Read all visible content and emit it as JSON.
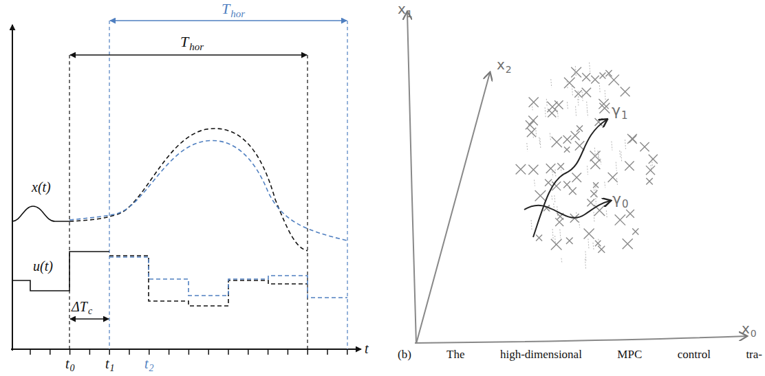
{
  "diagram": {
    "caption": "(b) The high-dimensional MPC control tra-",
    "labels": [
      "T",
      "hor",
      "T",
      "hor",
      "x(t)",
      "u(t)",
      "ΔT",
      "c",
      "t",
      "t",
      "0",
      "t",
      "1",
      "t",
      "2",
      "x",
      "1",
      "x",
      "2",
      "x",
      "0",
      "γ",
      "1",
      "γ",
      "0"
    ]
  }
}
